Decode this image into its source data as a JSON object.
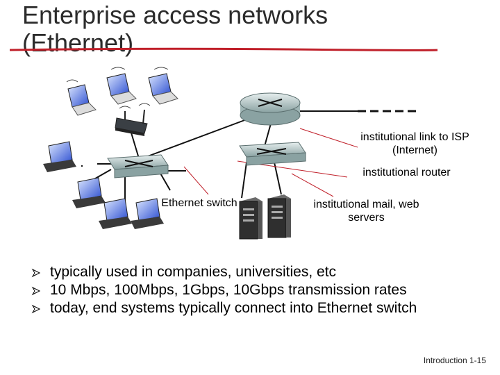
{
  "title": "Enterprise access networks (Ethernet)",
  "labels": {
    "isp_link": "institutional link to ISP (Internet)",
    "router": "institutional router",
    "switch": "Ethernet switch",
    "servers": "institutional mail, web servers"
  },
  "bullets": [
    "typically used in companies, universities, etc",
    "10 Mbps, 100Mbps, 1Gbps, 10Gbps transmission rates",
    "today, end systems typically connect into Ethernet switch"
  ],
  "footer": {
    "section": "Introduction",
    "page": "1-15"
  },
  "colors": {
    "title": "#2b2b2b",
    "title_rule": "#c0202a",
    "callout_line": "#c0202a",
    "device": "#9fb5b5"
  },
  "icons": [
    "laptop-icon",
    "wireless-access-point-icon",
    "desktop-computer-icon",
    "server-icon",
    "router-icon",
    "switch-icon",
    "bullet-arrow-icon"
  ]
}
